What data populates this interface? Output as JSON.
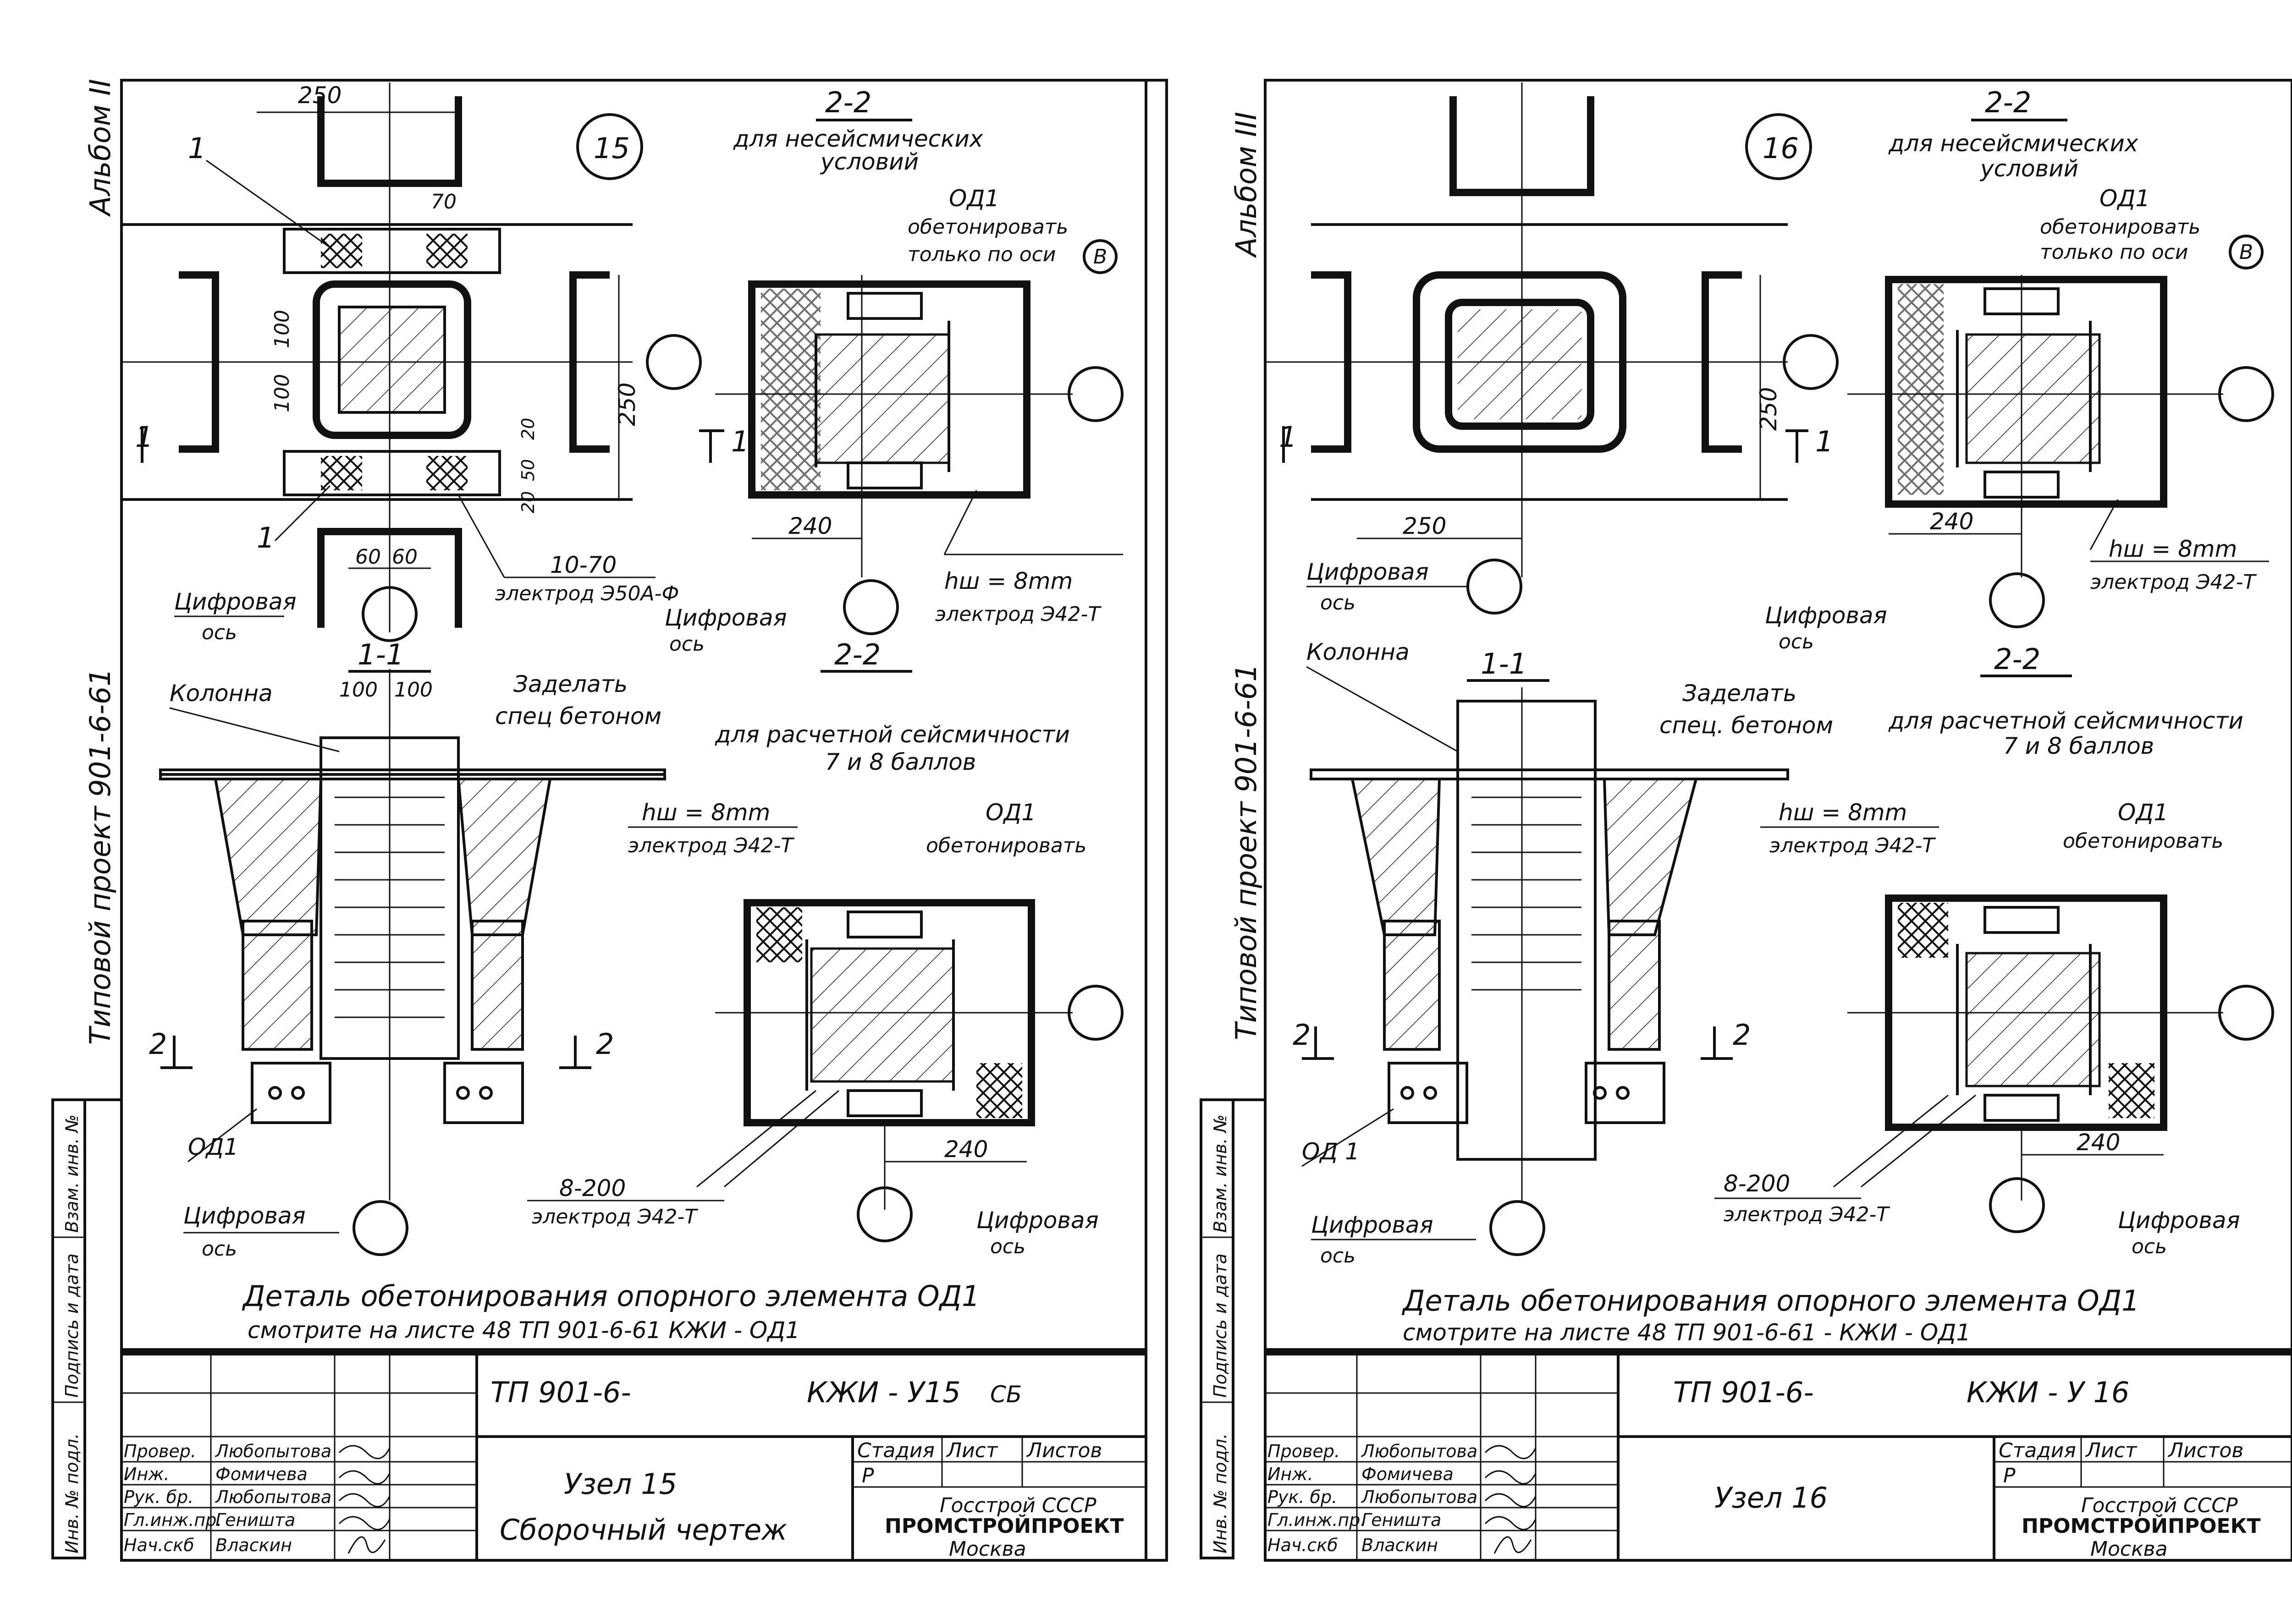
{
  "sheets": [
    {
      "album": "Альбом II",
      "project": "Типовой  проект  901-6-61",
      "node_number": "15",
      "section22_title": "2-2",
      "section22_sub1": "для  несейсмических",
      "section22_sub2": "условий",
      "od_label": "ОД1",
      "concrete_note1": "обетонировать",
      "concrete_note2": "только по оси",
      "axis_letter": "В",
      "dim_250_top": "250",
      "dim_70": "70",
      "dim_100a": "100",
      "dim_100b": "100",
      "dim_250_side": "250",
      "dim_20a": "20",
      "dim_50": "50",
      "dim_20b": "20",
      "dim_60a": "60",
      "dim_60b": "60",
      "dim_240_top": "240",
      "dim_240_bot": "240",
      "callout_1a": "1",
      "callout_1b": "1",
      "section_mark_left": "1",
      "section_mark_right": "1",
      "weld_10_70": "10-70",
      "electrode_e50a": "электрод Э50А-Ф",
      "weld_hw_top": "hш = 8mm",
      "electrode_e42_top": "электрод Э42-Т",
      "digital_axis_a": "Цифровая",
      "digital_axis_a2": "ось",
      "digital_axis_b": "Цифровая",
      "digital_axis_b2": "ось",
      "sec11": "1-1",
      "dim_100c": "100",
      "dim_100d": "100",
      "kolonna": "Колонна",
      "zadelat1": "Заделать",
      "zadelat2": "спец бетоном",
      "section22b_title": "2-2",
      "seismic1": "для  расчетной  сейсмичности",
      "seismic2": "7 и 8  баллов",
      "weld_hw_mid": "hш = 8mm",
      "electrode_e42_mid": "электрод Э42-Т",
      "od_label2": "ОД1",
      "obetonirovat": "обетонировать",
      "cut_2_left": "2",
      "cut_2_right": "2",
      "od_label3": "ОД1",
      "weld_8_200": "8-200",
      "electrode_e42_bot": "электрод Э42-Т",
      "digital_axis_c": "Цифровая",
      "digital_axis_c2": "ось",
      "digital_axis_d": "Цифровая",
      "digital_axis_d2": "ось",
      "detail1": "Деталь     обетонирования   опорного   элемента  ОД1",
      "detail2": "смотрите     на    листе 48 ТП 901-6-61  КЖИ - ОД1",
      "stamp_code": "ТП  901-6-",
      "stamp_mark": "КЖИ - У15",
      "stamp_sb": "СБ",
      "stamp_title1": "Узел  15",
      "stamp_title2": "Сборочный    чертеж",
      "stage_h": "Стадия",
      "sheet_h": "Лист",
      "sheets_h": "Листов",
      "stage_val": "Р",
      "org1": "Госстрой  СССР",
      "org2": "ПРОМСТРОЙПРОЕКТ",
      "org3": "Москва",
      "roles": [
        "Провер.",
        "Инж.",
        "Рук. бр.",
        "Гл.инж.пр.",
        "Нач.скб"
      ],
      "names": [
        "Любопытова",
        "Фомичева",
        "Любопытова",
        "Геништа",
        "Власкин"
      ],
      "side_stamp": [
        "Инв. № подл.",
        "Подпись и дата",
        "Взам. инв. №"
      ]
    },
    {
      "album": "Альбом III",
      "project": "Типовой  проект  901-6-61",
      "node_number": "16",
      "section22_title": "2-2",
      "section22_sub1": "для  несейсмических",
      "section22_sub2": "условий",
      "od_label": "ОД1",
      "concrete_note1": "обетонировать",
      "concrete_note2": "только по оси",
      "axis_letter": "В",
      "dim_250_side": "250",
      "dim_250_bot": "250",
      "dim_240_top": "240",
      "dim_240_bot": "240",
      "section_mark_left": "1",
      "section_mark_right": "1",
      "weld_hw_top": "hш = 8mm",
      "electrode_e42_top": "электрод Э42-Т",
      "digital_axis_a": "Цифровая",
      "digital_axis_a2": "ось",
      "digital_axis_b": "Цифровая",
      "digital_axis_b2": "ось",
      "sec11": "1-1",
      "kolonna": "Колонна",
      "zadelat1": "Заделать",
      "zadelat2": "спец. бетоном",
      "section22b_title": "2-2",
      "seismic1": "для  расчетной  сейсмичности",
      "seismic2": "7 и 8  баллов",
      "weld_hw_mid": "hш = 8mm",
      "electrode_e42_mid": "электрод Э42-Т",
      "od_label2": "ОД1",
      "obetonirovat": "обетонировать",
      "cut_2_left": "2",
      "cut_2_right": "2",
      "od_label3": "ОД 1",
      "weld_8_200": "8-200",
      "electrode_e42_bot": "электрод Э42-Т",
      "digital_axis_c": "Цифровая",
      "digital_axis_c2": "ось",
      "digital_axis_d": "Цифровая",
      "digital_axis_d2": "ось",
      "detail1": "Деталь    обетонирования    опорного   элемента   ОД1",
      "detail2": "смотрите     на    листе 48  ТП 901-6-61  - КЖИ - ОД1",
      "stamp_code": "ТП  901-6-",
      "stamp_mark": "КЖИ - У 16",
      "stamp_title1": "Узел  16",
      "stage_h": "Стадия",
      "sheet_h": "Лист",
      "sheets_h": "Листов",
      "stage_val": "Р",
      "org1": "Госстрой  СССР",
      "org2": "ПРОМСТРОЙПРОЕКТ",
      "org3": "Москва",
      "roles": [
        "Провер.",
        "Инж.",
        "Рук. бр.",
        "Гл.инж.пр.",
        "Нач.скб"
      ],
      "names": [
        "Любопытова",
        "Фомичева",
        "Любопытова",
        "Геништа",
        "Власкин"
      ],
      "side_stamp": [
        "Инв. № подл.",
        "Подпись и дата",
        "Взам. инв. №"
      ]
    }
  ]
}
